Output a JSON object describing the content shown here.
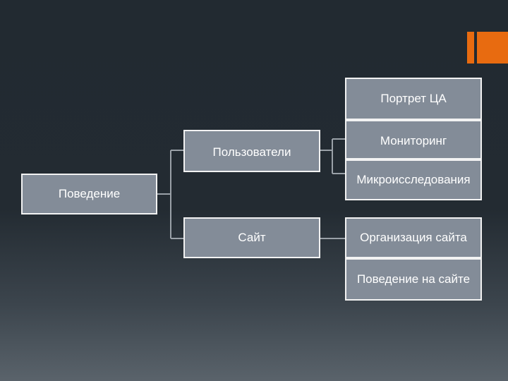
{
  "diagram": {
    "root": "Поведение",
    "level1": {
      "users": "Пользователи",
      "site": "Сайт"
    },
    "level2": {
      "portrait": "Портрет ЦА",
      "monitoring": "Мониторинг",
      "micro_research": "Микроисследования",
      "site_organization": "Организация сайта",
      "site_behavior": "Поведение на сайте"
    }
  },
  "colors": {
    "node_fill": "#838c98",
    "node_border": "#f2f2f2",
    "connector": "#9aa1a8",
    "accent": "#e86b10"
  }
}
